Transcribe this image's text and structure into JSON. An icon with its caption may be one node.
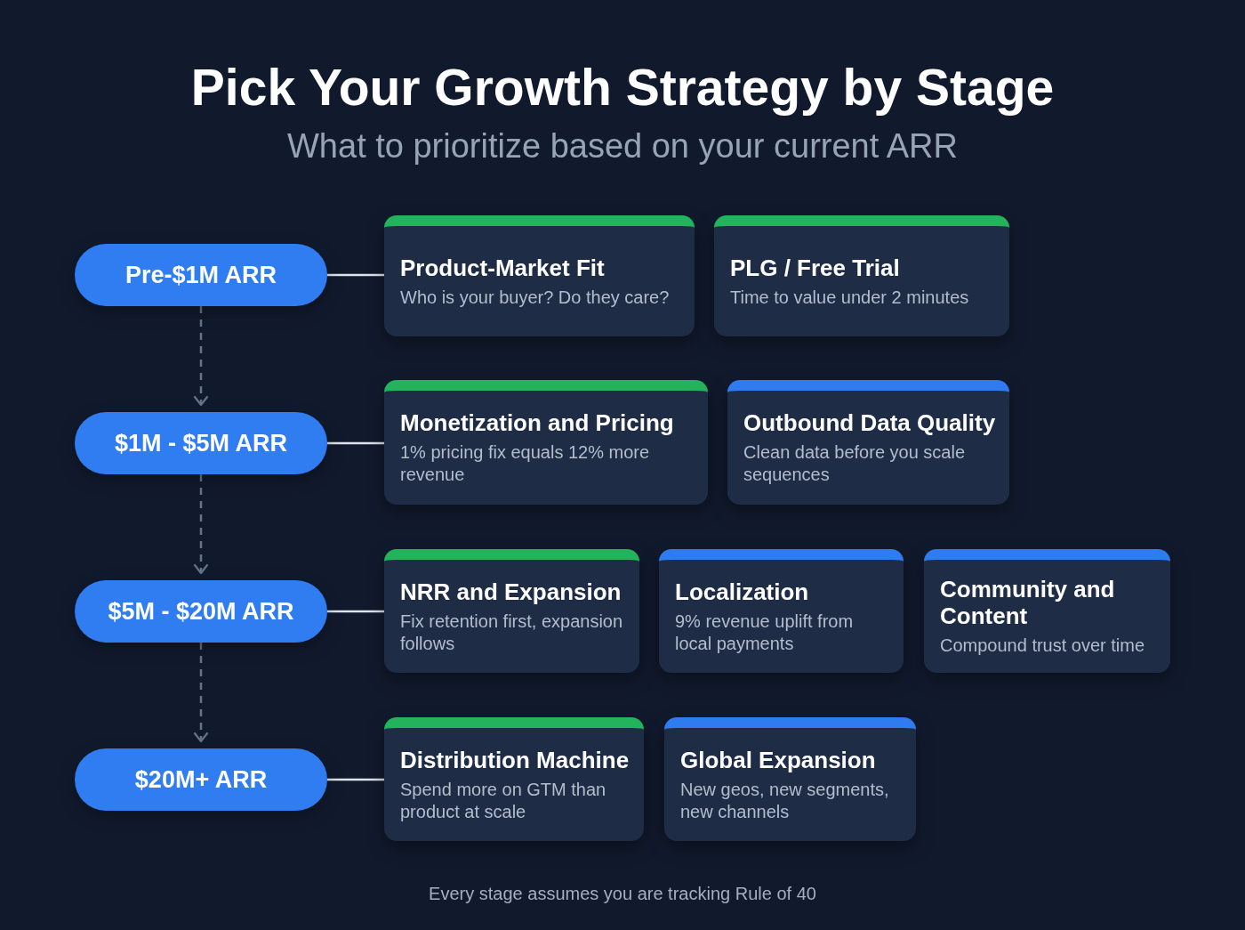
{
  "diagram": {
    "title": "Pick Your Growth Strategy by Stage",
    "caption": "Every stage assumes you are tracking Rule of 40",
    "labels": [
      "What to prioritize based on your current ARR"
    ],
    "nodes": [
      {
        "text": [
          "Pre-$1M ARR"
        ]
      },
      {
        "text": [
          "Product-Market Fit",
          "Who is your buyer? Do they care?"
        ]
      },
      {
        "text": [
          "PLG / Free Trial",
          "Time to value under 2 minutes"
        ]
      },
      {
        "text": [
          "$1M - $5M ARR"
        ]
      },
      {
        "text": [
          "Monetization and Pricing",
          "1% pricing fix equals 12% more revenue"
        ]
      },
      {
        "text": [
          "Outbound Data Quality",
          "Clean data before you scale sequences"
        ]
      },
      {
        "text": [
          "$5M - $20M ARR"
        ]
      },
      {
        "text": [
          "NRR and Expansion",
          "Fix retention first, expansion follows"
        ]
      },
      {
        "text": [
          "Localization",
          "9% revenue uplift from local payments"
        ]
      },
      {
        "text": [
          "Community and Content",
          "Compound trust over time"
        ]
      },
      {
        "text": [
          "$20M+ ARR"
        ]
      },
      {
        "text": [
          "Distribution Machine",
          "Spend more on GTM than product at scale"
        ]
      },
      {
        "text": [
          "Global Expansion",
          "New geos, new segments, new channels"
        ]
      }
    ],
    "edges": [
      {
        "from": 0,
        "to": 1,
        "arrow": "none"
      },
      {
        "from": 0,
        "to": 3,
        "arrow": "to",
        "style": "dashed",
        "color": "#64748b"
      },
      {
        "from": 3,
        "to": 4,
        "arrow": "none"
      },
      {
        "from": 3,
        "to": 6,
        "arrow": "to",
        "style": "dashed",
        "color": "#64748b"
      },
      {
        "from": 6,
        "to": 7,
        "arrow": "none"
      },
      {
        "from": 6,
        "to": 10,
        "arrow": "to",
        "style": "dashed",
        "color": "#64748b"
      },
      {
        "from": 10,
        "to": 11,
        "arrow": "none"
      }
    ]
  }
}
